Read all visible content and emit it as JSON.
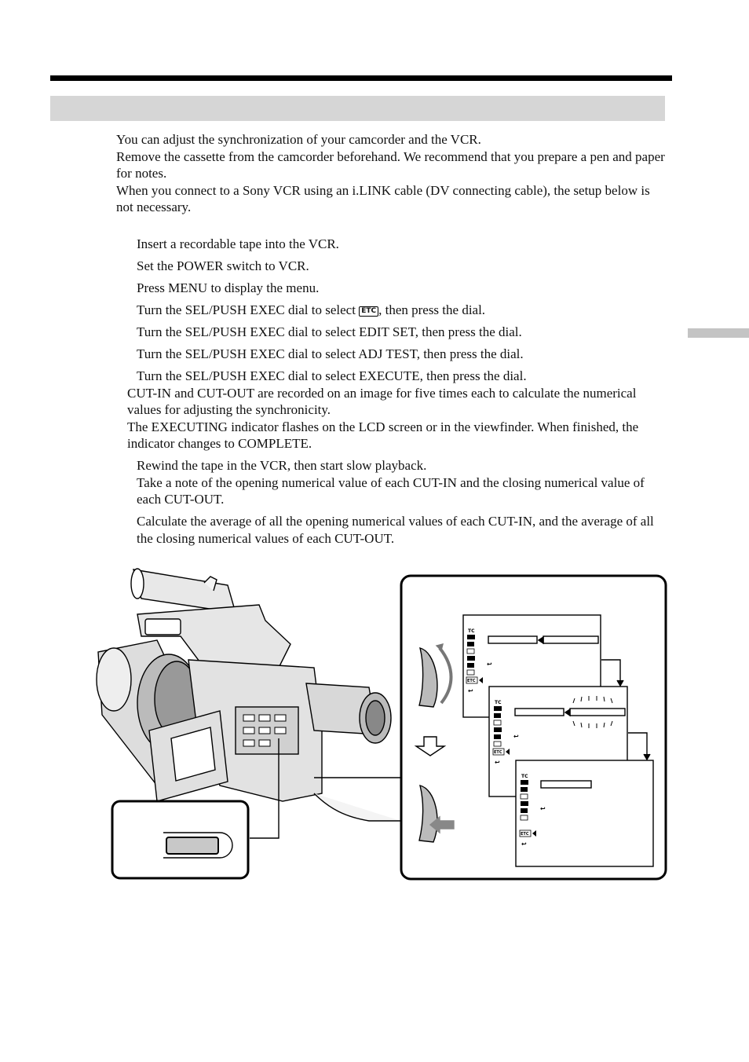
{
  "intro": [
    "You can adjust the synchronization of your camcorder and the VCR.",
    "Remove the cassette from the camcorder beforehand. We recommend that you prepare a pen and paper for notes.",
    "When you connect to a Sony VCR using an i.LINK cable (DV connecting cable), the setup below is not necessary."
  ],
  "steps": [
    [
      "Insert a recordable tape into the VCR."
    ],
    [
      "Set the POWER switch to VCR."
    ],
    [
      "Press MENU to display the menu."
    ],
    [
      "Turn the SEL/PUSH EXEC dial to select",
      ", then press the dial."
    ],
    [
      "Turn the SEL/PUSH EXEC dial to select EDIT SET, then press the dial."
    ],
    [
      "Turn the SEL/PUSH EXEC dial to select ADJ TEST, then press the dial."
    ],
    [
      "Turn the SEL/PUSH EXEC dial to select EXECUTE, then press the dial.",
      "CUT-IN and CUT-OUT are recorded on an image for five times each to calculate the numerical values for adjusting the synchronicity.",
      "The EXECUTING indicator flashes on the LCD screen or in the viewfinder.  When finished, the indicator changes to COMPLETE."
    ],
    [
      "Rewind the tape in the VCR, then start slow playback.",
      "Take a note of the opening numerical value of each CUT-IN and the closing numerical value of each CUT-OUT."
    ],
    [
      "Calculate the average of all the opening numerical values of each CUT-IN, and the average of all the closing numerical values of each CUT-OUT."
    ]
  ],
  "icons": {
    "etc": "ETC",
    "tc": "TC"
  }
}
